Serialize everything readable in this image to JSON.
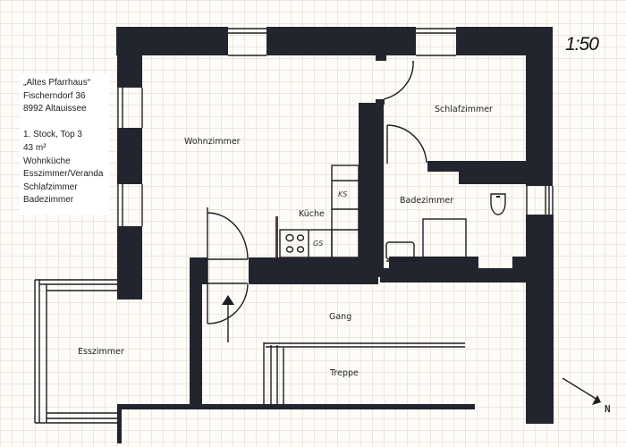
{
  "info": {
    "name": "„Altes Pfarrhaus“",
    "street": "Fischerndorf 36",
    "city": "8992 Altauissee",
    "unit": "1. Stock, Top 3",
    "area": "43 m²",
    "rooms_list": [
      "Wohnküche",
      "Esszimmer/Veranda",
      "Schlafzimmer",
      "Badezimmer"
    ]
  },
  "scale": "1:50",
  "north_label": "N",
  "rooms": {
    "wohnzimmer": "Wohnzimmer",
    "schlafzimmer": "Schlafzimmer",
    "kueche": "Küche",
    "badezimmer": "Badezimmer",
    "gang": "Gang",
    "esszimmer": "Esszimmer",
    "treppe": "Treppe"
  },
  "fixtures": {
    "fridge": "KS",
    "dishwasher": "GS"
  },
  "colors": {
    "wall": "#23252e",
    "line": "#1e1e22",
    "grid": "#ece7dc",
    "paper": "#fdfcf8"
  }
}
